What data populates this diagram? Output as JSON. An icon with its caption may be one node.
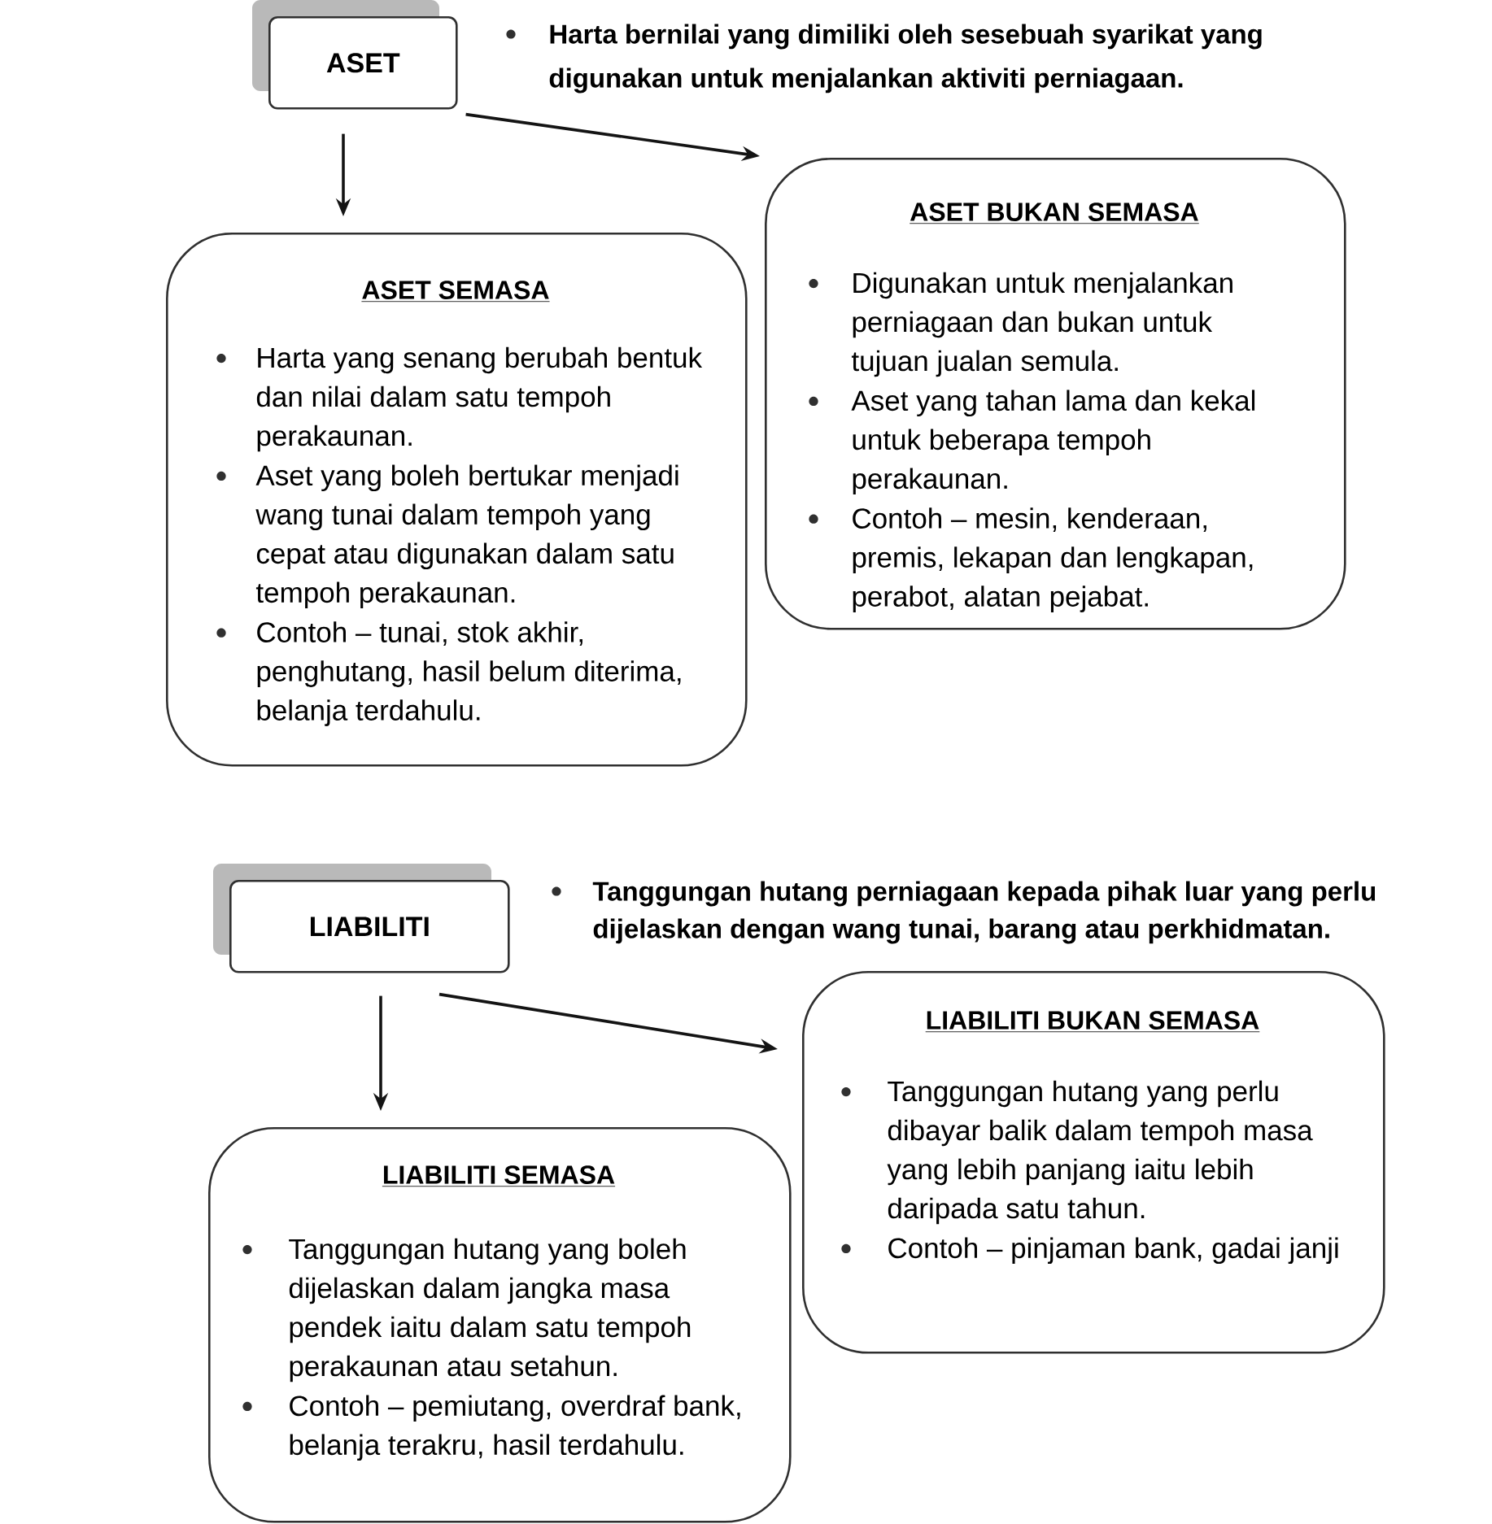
{
  "diagram": {
    "nodes": [
      {
        "text": [
          "ASET"
        ],
        "beside": [
          "Harta bernilai yang dimiliki oleh sesebuah syarikat yang digunakan untuk menjalankan aktiviti perniagaan."
        ]
      },
      {
        "text": [
          "ASET SEMASA",
          "Harta yang senang berubah bentuk dan nilai dalam satu tempoh perakaunan.",
          "Aset yang boleh bertukar menjadi wang tunai dalam tempoh yang cepat atau digunakan dalam satu tempoh perakaunan.",
          "Contoh – tunai, stok akhir, penghutang, hasil belum diterima, belanja terdahulu."
        ]
      },
      {
        "text": [
          "ASET BUKAN SEMASA",
          "Digunakan untuk menjalankan perniagaan dan bukan untuk tujuan jualan semula.",
          "Aset yang tahan lama dan kekal untuk beberapa tempoh perakaunan.",
          "Contoh – mesin, kenderaan, premis, lekapan dan lengkapan, perabot, alatan pejabat."
        ]
      },
      {
        "text": [
          "LIABILITI"
        ]
      },
      {
        "text": [
          "LIABILITI SEMASA",
          "Tanggungan hutang yang boleh dijelaskan dalam jangka masa pendek iaitu dalam satu tempoh perakaunan atau setahun.",
          "Contoh – pemiutang, overdraf bank, belanja terakru, hasil terdahulu."
        ]
      },
      {
        "text": [
          "LIABILITI BUKAN SEMASA",
          "Tanggungan hutang yang perlu dibayar balik dalam tempoh masa yang lebih panjang iaitu lebih daripada satu tahun.",
          "Contoh – pinjaman bank, gadai janji"
        ]
      }
    ],
    "edges": [
      {
        "from": 0,
        "to": 1,
        "arrow": "to"
      },
      {
        "from": 0,
        "to": 2,
        "arrow": "to"
      },
      {
        "from": 3,
        "to": 4,
        "arrow": "to"
      },
      {
        "from": 3,
        "to": 5,
        "arrow": "to"
      }
    ],
    "labels": [
      "Tanggungan hutang perniagaan kepada pihak luar yang perlu dijelaskan dengan wang tunai, barang atau perkhidmatan."
    ]
  }
}
